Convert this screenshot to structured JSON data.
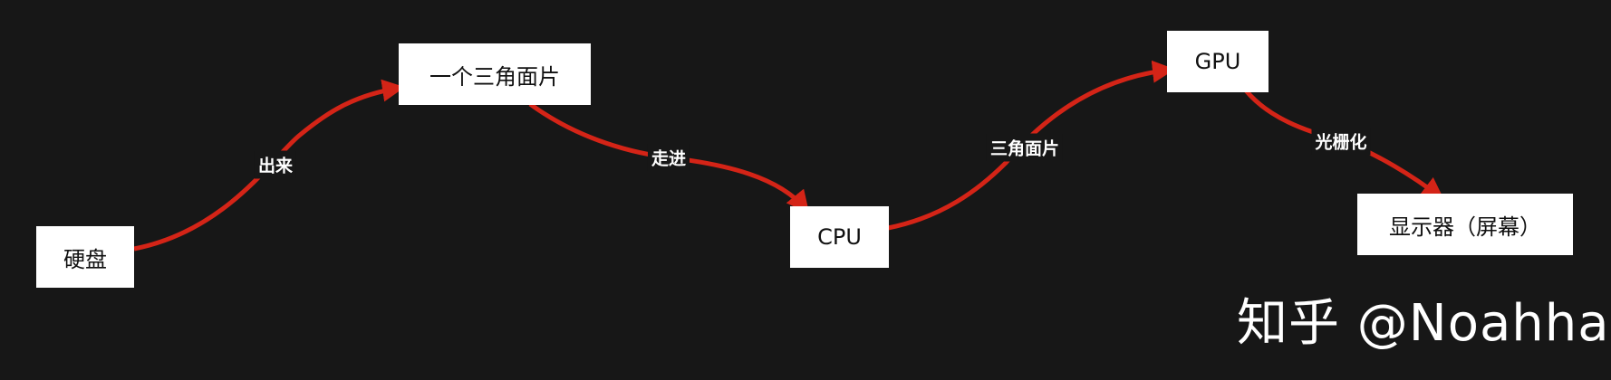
{
  "nodes": {
    "disk": "硬盘",
    "triangle": "一个三角面片",
    "cpu": "CPU",
    "gpu": "GPU",
    "display": "显示器（屏幕）"
  },
  "edges": {
    "disk_to_triangle": "出来",
    "triangle_to_cpu": "走进",
    "cpu_to_gpu": "三角面片",
    "gpu_to_display": "光栅化"
  },
  "watermark": "知乎 @Noahha",
  "colors": {
    "background": "#171717",
    "node_fill": "#ffffff",
    "arrow": "#d42417",
    "label_text": "#ffffff"
  }
}
